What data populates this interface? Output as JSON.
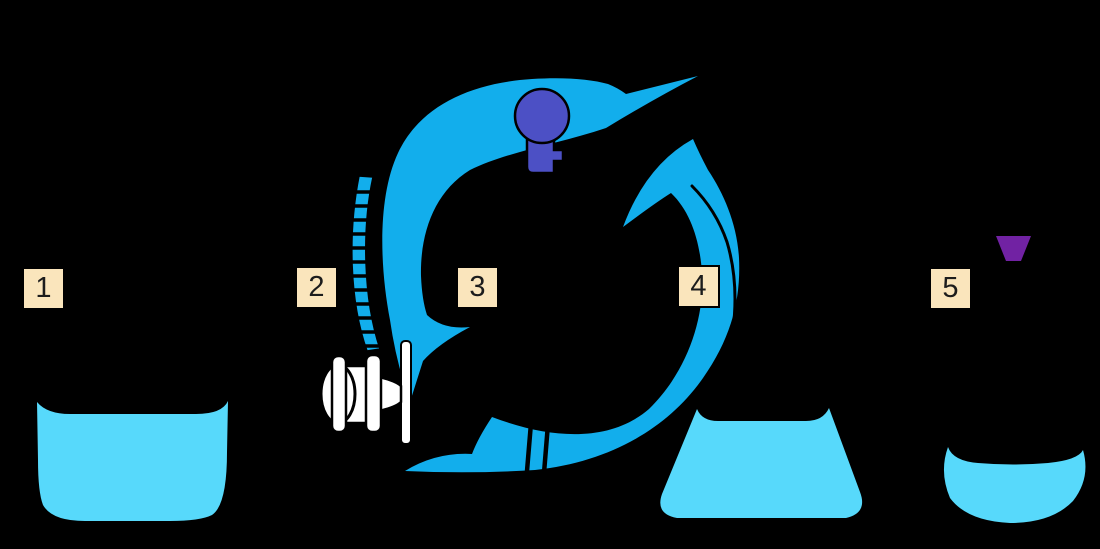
{
  "diagram": {
    "kind": "titration-method-steps",
    "background": "#000000",
    "colors": {
      "arrow_cyan": "#12AEEC",
      "liquid_cyan": "#57D9FB",
      "label_box_bg": "#FAE5BC",
      "label_box_border": "#000000",
      "pipette_bulb_purple": "#4C50C5",
      "indicator_purple": "#7122A3",
      "stopcock_white": "#FFFFFF",
      "outline": "#000000"
    },
    "steps": [
      {
        "number": "1",
        "icon": "beaker-with-solution-icon"
      },
      {
        "number": "2",
        "icon": "burette-with-stopcock-icon"
      },
      {
        "number": "3",
        "icon": "swirl-cycle-with-pipette-bulb-icon"
      },
      {
        "number": "4",
        "icon": "conical-flask-with-solution-icon"
      },
      {
        "number": "5",
        "icon": "evaporating-basin-with-indicator-icon"
      }
    ]
  }
}
